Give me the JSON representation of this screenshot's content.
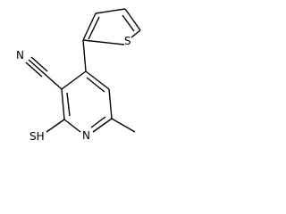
{
  "atoms": {
    "sulfur_ring": "S",
    "nitrile_n": "N",
    "ring_n": "N",
    "thiol": "SH"
  },
  "colors": {
    "bond": "#000000",
    "label": "#000000",
    "background": "#ffffff"
  }
}
